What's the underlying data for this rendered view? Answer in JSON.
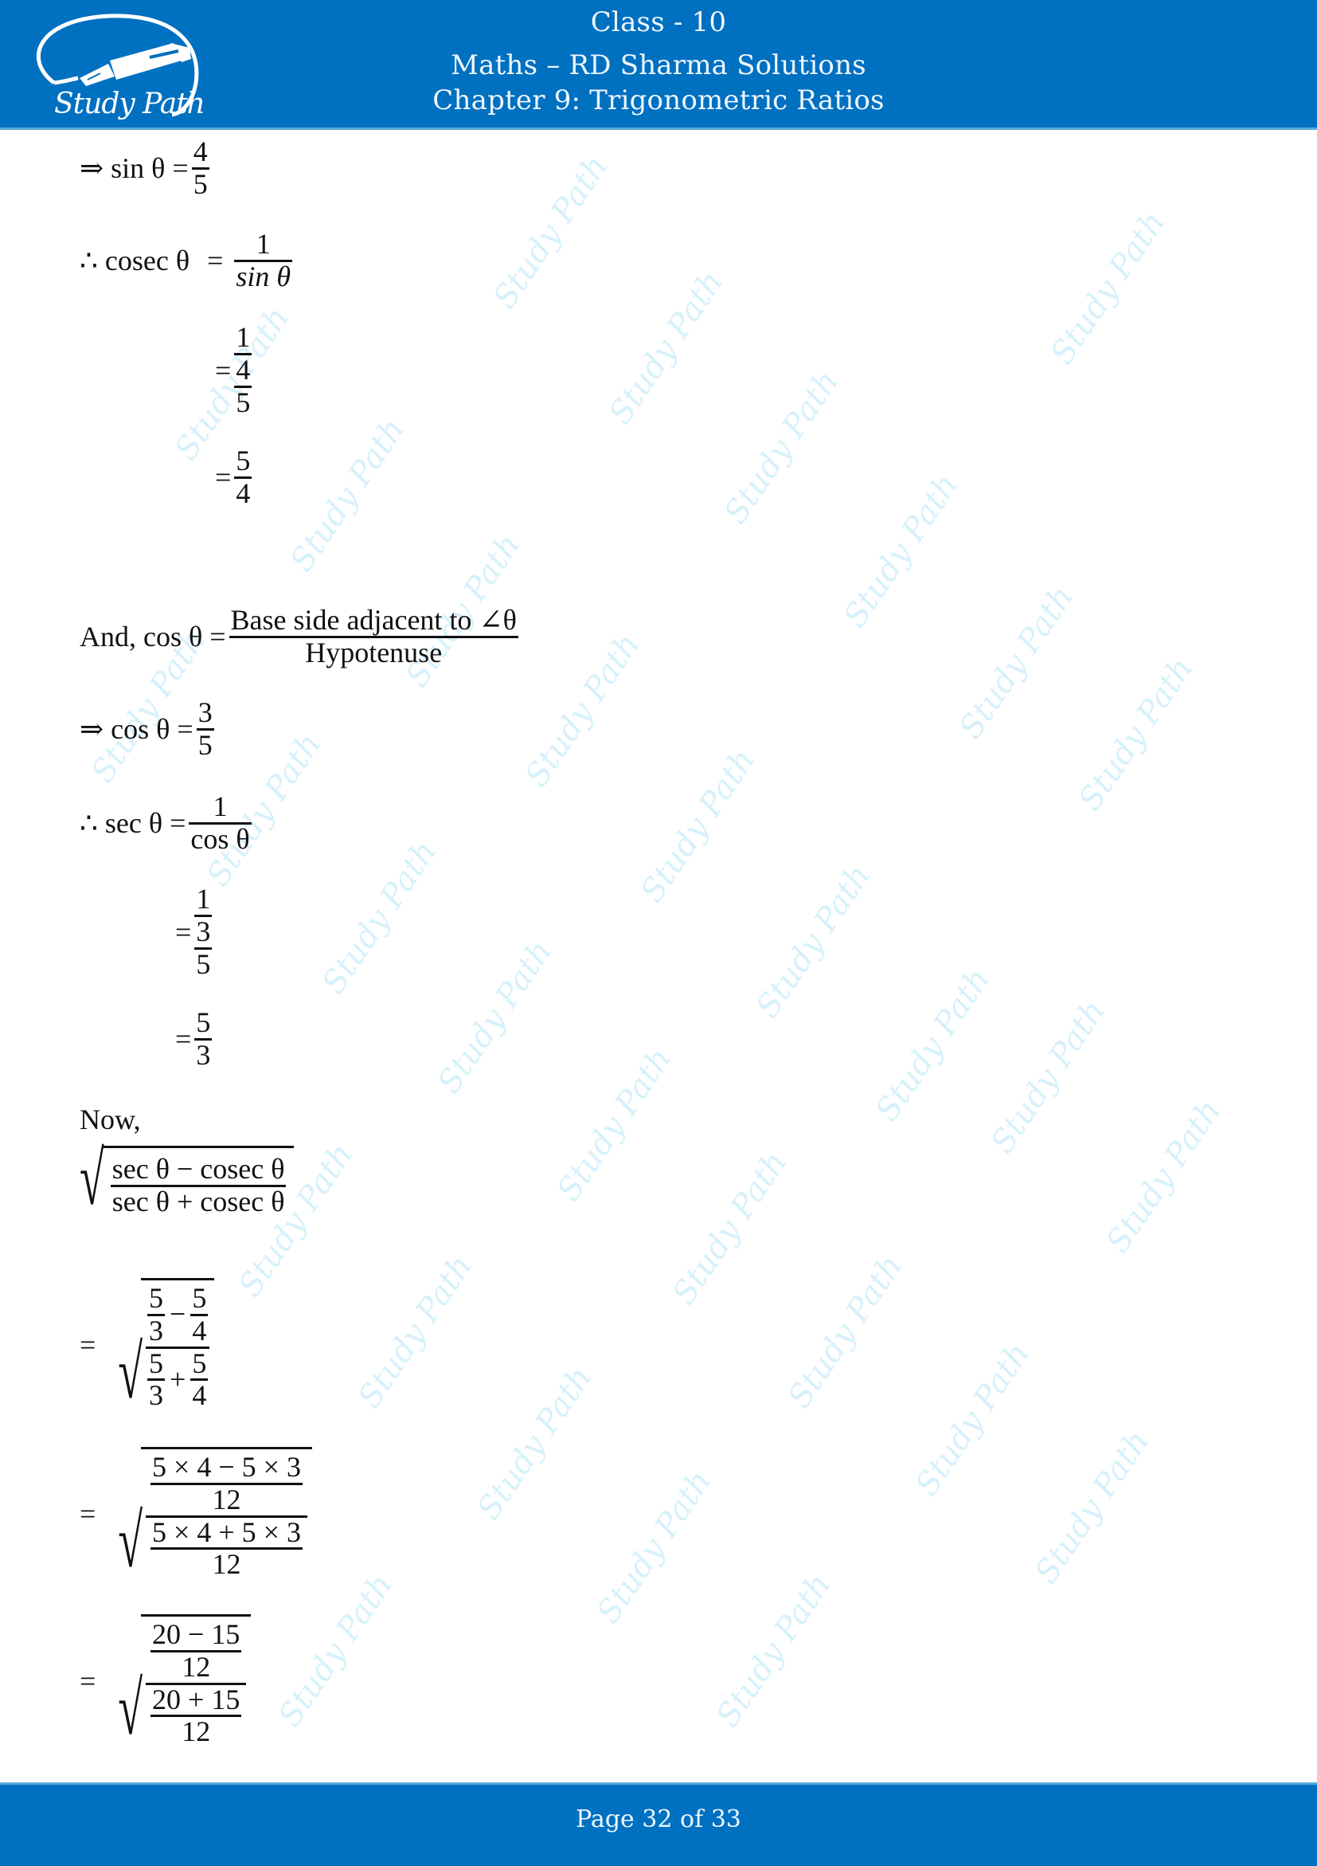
{
  "header": {
    "logo_text": "Study Path",
    "line1": "Class - 10",
    "line2": "Maths – RD Sharma Solutions",
    "line3": "Chapter 9: Trigonometric Ratios",
    "background_color": "#0070c0"
  },
  "footer": {
    "page_label": "Page 32 of 33",
    "current_page": 32,
    "total_pages": 33
  },
  "watermark": {
    "text": "Study Path",
    "color": "#d7f1fb"
  },
  "content": {
    "l1": {
      "prefix": "⇒ sin θ =",
      "num": "4",
      "den": "5"
    },
    "l2": {
      "prefix": "∴ cosec θ",
      "eq": "=",
      "num": "1",
      "den": "sin θ"
    },
    "l3": {
      "eq": "=",
      "num": "1",
      "den_num": "4",
      "den_den": "5"
    },
    "l4": {
      "eq": "=",
      "num": "5",
      "den": "4"
    },
    "l5": {
      "prefix": "And, cos θ =",
      "num": "Base side adjacent to ∠θ",
      "den": "Hypotenuse"
    },
    "l6": {
      "prefix": "⇒ cos θ =",
      "num": "3",
      "den": "5"
    },
    "l7": {
      "prefix": "∴ sec θ =",
      "num": "1",
      "den": "cos θ"
    },
    "l8": {
      "eq": "=",
      "num": "1",
      "den_num": "3",
      "den_den": "5"
    },
    "l9": {
      "eq": "=",
      "num": "5",
      "den": "3"
    },
    "now": "Now,",
    "l10": {
      "num": "sec θ − cosec θ",
      "den": "sec θ + cosec θ"
    },
    "l11": {
      "eq": "=",
      "top": {
        "a_num": "5",
        "a_den": "3",
        "op": "−",
        "b_num": "5",
        "b_den": "4"
      },
      "bottom": {
        "a_num": "5",
        "a_den": "3",
        "op": "+",
        "b_num": "5",
        "b_den": "4"
      }
    },
    "l12": {
      "eq": "=",
      "top": {
        "num": "5 × 4 − 5 × 3",
        "den": "12"
      },
      "bottom": {
        "num": "5 × 4 + 5 × 3",
        "den": "12"
      }
    },
    "l13": {
      "eq": "=",
      "top": {
        "num": "20 − 15",
        "den": "12"
      },
      "bottom": {
        "num": "20 + 15",
        "den": "12"
      }
    }
  }
}
